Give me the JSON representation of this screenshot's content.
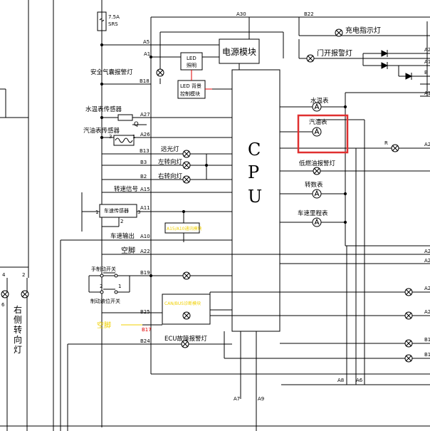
{
  "fuse": {
    "value": "7.5A",
    "name": "SRS"
  },
  "pins": {
    "a30": "A30",
    "b22": "B22",
    "a5": "A5",
    "a1": "A1",
    "b18": "B18",
    "a27": "A27",
    "a26": "A26",
    "b13": "B13",
    "b3": "B3",
    "b2": "B2",
    "a15": "A15",
    "a11": "A11",
    "a10": "A10",
    "a22": "A22",
    "b19": "B19",
    "b25": "B25",
    "b17": "B17",
    "b24": "B24",
    "a8": "A8",
    "a6": "A6",
    "a7": "A7",
    "a9": "A9",
    "r": "R",
    "right_a2": "A2",
    "right_a1": "A1",
    "right_b": "B",
    "right_b1": "B1"
  },
  "modules": {
    "power": "电源模块",
    "led_light": [
      "LED",
      "照明"
    ],
    "led_backlight": [
      "LED 背景",
      "控制模块"
    ],
    "cpu": [
      "C",
      "P",
      "U"
    ],
    "speed_sensor": "车速传感器",
    "yellow_box": "A15/A10通讯模块",
    "diag_box": "CAN/BUS诊断模块"
  },
  "labels": {
    "charge_indicator": "充电指示灯",
    "door_open_warning": "门开报警灯",
    "airbag_warning": "安全气囊报警灯",
    "water_temp_sensor": "水温表传感器",
    "fuel_gauge_sensor": "汽油表传感器",
    "q": "Q",
    "high_beam": "远光灯",
    "left_turn": "左转向灯",
    "right_turn": "右转向灯",
    "rpm_signal": "转速信号",
    "speed_output": "车速输出",
    "empty_foot": "空脚",
    "handbrake_switch": "手制动开关",
    "brake_fluid_switch": "制动液位开关",
    "empty_foot_yellow": "空脚",
    "ecu_fault": "ECU故障报警灯",
    "water_temp_gauge": "水温表",
    "fuel_gauge": "汽油表",
    "low_fuel_warning": "低燃油报警灯",
    "tachometer": "转数表",
    "speedometer": "车速里程表",
    "side_turn": "右侧转向灯",
    "n3": "3",
    "n1": "1",
    "n2": "2",
    "n1b": "1",
    "n2b": "2",
    "n1c": "1",
    "n2c": "2",
    "n6": "6",
    "n4": "4"
  },
  "colors": {
    "highlight": "#e03030",
    "yellow_text": "#f0d000",
    "red_wire": "#e00000"
  }
}
